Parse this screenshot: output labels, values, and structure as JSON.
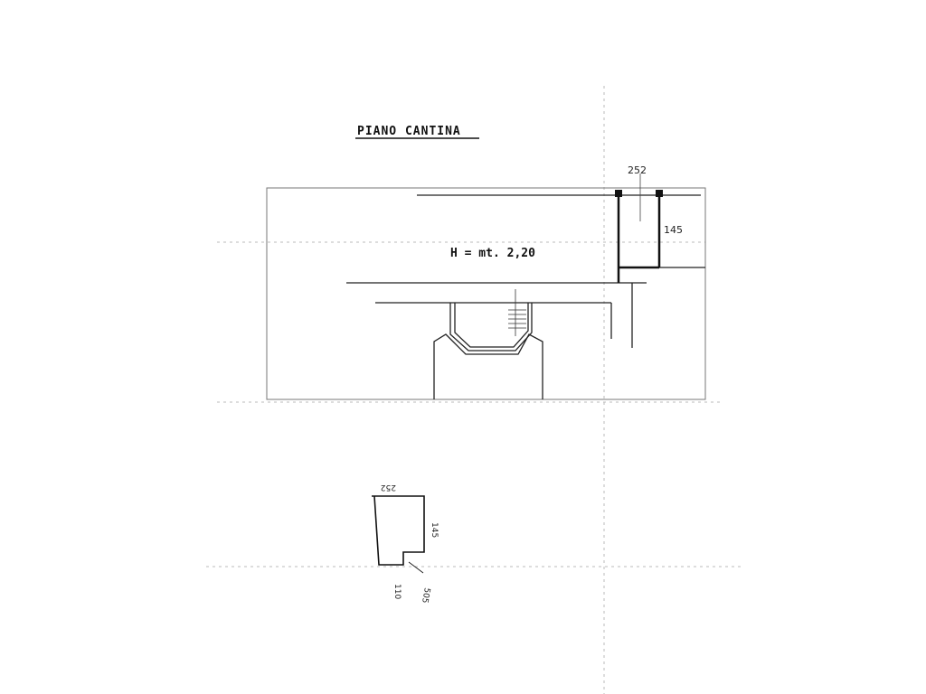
{
  "plan": {
    "title": "PIANO CANTINA",
    "height_label": "H = mt. 2,20",
    "dim_width": "252",
    "dim_depth": "145"
  },
  "sketch": {
    "dim_top": "252",
    "dim_side": "145",
    "dim_bottom": "110",
    "dim_diag": "505"
  }
}
